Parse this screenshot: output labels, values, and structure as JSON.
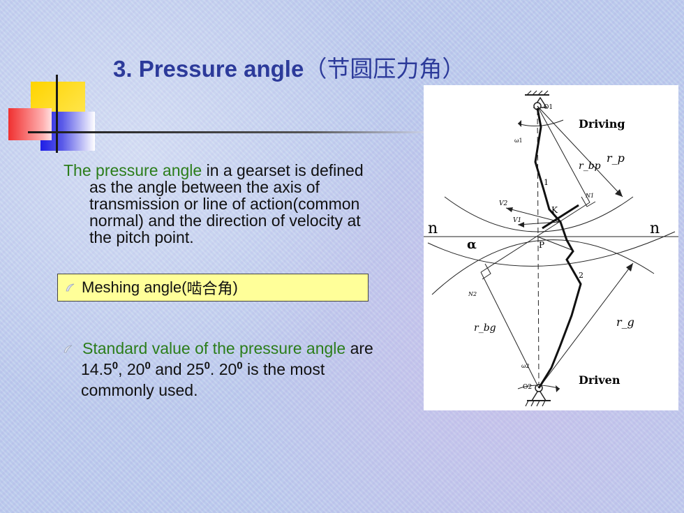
{
  "slide": {
    "title": "3. Pressure angle",
    "title_cn": "（节圆压力角）",
    "paragraph": {
      "line1_prefix_green": "The pressure angle",
      "line1_rest": " in a gearset is defined",
      "line2": "as the angle between the axis of",
      "line3": "transmission or line of action(common",
      "line4": "normal) and the direction of velocity at",
      "line5": "the pitch point."
    },
    "meshing_box": {
      "label": "Meshing angle(",
      "label_cn": "啮合角",
      "label_end": ")"
    },
    "standard": {
      "prefix_green": "Standard value of the pressure angle",
      "suffix": " are",
      "v1": "14.5",
      "sup1": "0",
      "sep1": ", ",
      "v2": "20",
      "sup2": "0",
      "sep2": " and ",
      "v3": "25",
      "sup3": "0",
      "sep3": ". ",
      "v4": "20",
      "sup4": "0",
      "tail": " is the most",
      "line3": "commonly used."
    }
  },
  "figure": {
    "labels": {
      "driving": "Driving",
      "driven": "Driven",
      "o1": "O1",
      "o2": "O2",
      "omega1": "ω1",
      "omega2": "ω2",
      "rp": "r_p",
      "rbp": "r_bp",
      "rg": "r_g",
      "rbg": "r_bg",
      "n_left": "n",
      "n_right": "n",
      "alpha": "α",
      "p": "P",
      "k": "K",
      "n1": "N1",
      "n2": "N2",
      "v2": "V2",
      "v1": "V1",
      "one": "1",
      "two": "2"
    }
  },
  "colors": {
    "title": "#2c3a9a",
    "green_text": "#2b7d1a",
    "box_fill": "#ffff99"
  }
}
